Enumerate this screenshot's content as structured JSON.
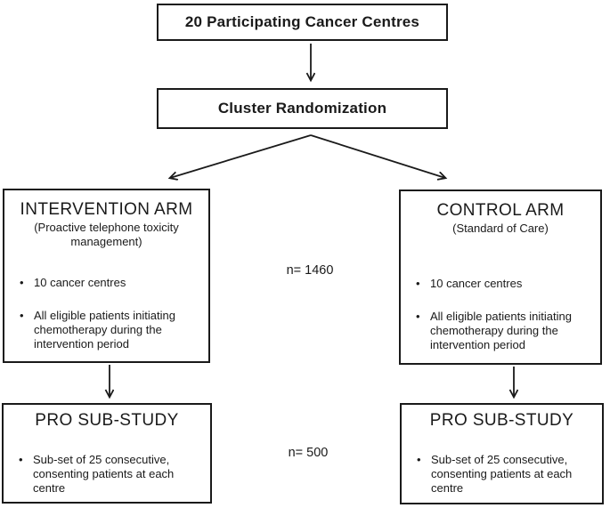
{
  "diagram": {
    "top_box": {
      "label": "20 Participating Cancer Centres"
    },
    "randomization_box": {
      "label": "Cluster Randomization"
    },
    "intervention_arm": {
      "title": "INTERVENTION ARM",
      "subtitle": "(Proactive telephone toxicity\nmanagement)",
      "bullets": [
        "10 cancer centres",
        "All eligible patients initiating\nchemotherapy during the\nintervention period"
      ]
    },
    "control_arm": {
      "title": "CONTROL ARM",
      "subtitle": "(Standard of Care)",
      "bullets": [
        "10 cancer centres",
        "All eligible patients initiating\nchemotherapy during the\nintervention period"
      ]
    },
    "pro_substudy_left": {
      "title": "PRO SUB-STUDY",
      "bullets": [
        "Sub-set of 25 consecutive,\nconsenting patients at each\ncentre"
      ]
    },
    "pro_substudy_right": {
      "title": "PRO SUB-STUDY",
      "bullets": [
        "Sub-set of 25 consecutive,\nconsenting patients at each\ncentre"
      ]
    },
    "n_labels": {
      "arms": "n= 1460",
      "substudy": "n= 500"
    },
    "bullet_glyph": "•",
    "colors": {
      "border": "#1a1a1a",
      "text": "#1a1a1a",
      "background": "#ffffff"
    }
  }
}
